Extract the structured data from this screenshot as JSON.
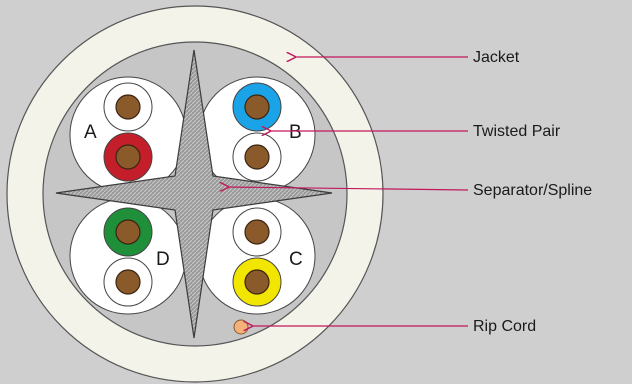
{
  "callouts": {
    "jacket": "Jacket",
    "twisted_pair": "Twisted Pair",
    "separator": "Separator/Spline",
    "rip_cord": "Rip Cord"
  },
  "pairs": {
    "a": "A",
    "b": "B",
    "c": "C",
    "d": "D"
  },
  "colors": {
    "background": "#cfcfcf",
    "jacket": "#f3f3ea",
    "core": "#c6c6c6",
    "conductor": "#8b5a2b",
    "pair_a": "#c41e2a",
    "pair_b": "#1aa3e6",
    "pair_c": "#f2e600",
    "pair_d": "#1f8f3a",
    "rip_cord": "#f2b27a",
    "leader": "#c2185b"
  }
}
